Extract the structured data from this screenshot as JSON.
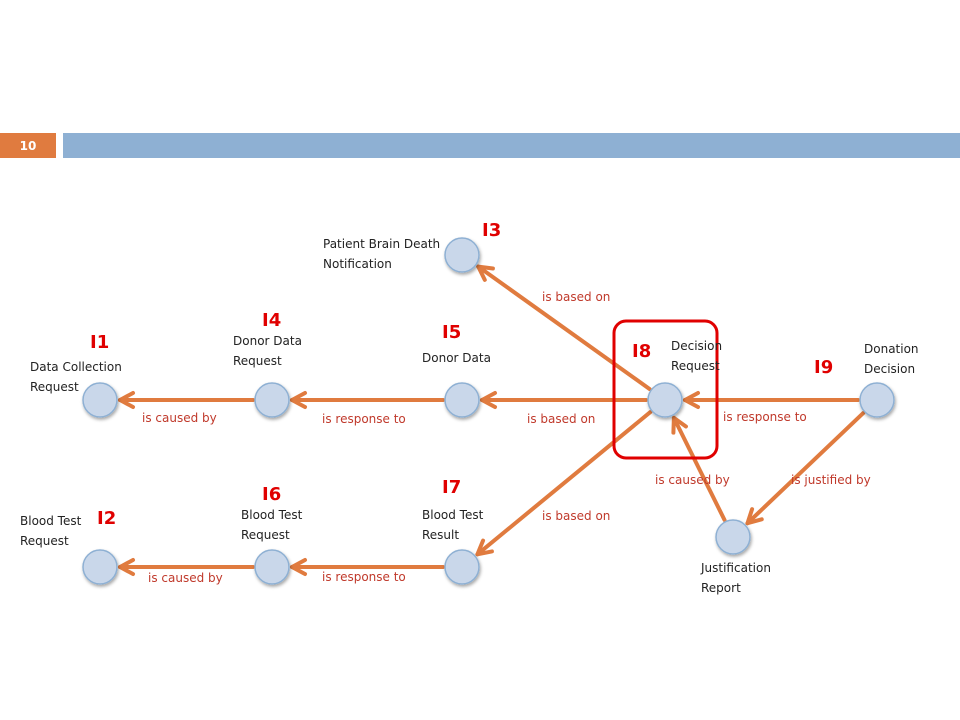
{
  "slide": {
    "number": "10"
  },
  "nodes": [
    {
      "key": "i1",
      "id": "I1",
      "label": [
        "Data Collection",
        "Request"
      ]
    },
    {
      "key": "i2",
      "id": "I2",
      "label": [
        "Blood Test",
        "Request"
      ]
    },
    {
      "key": "i3",
      "id": "I3",
      "label": [
        "Patient Brain Death",
        "Notification"
      ]
    },
    {
      "key": "i4",
      "id": "I4",
      "label": [
        "Donor Data",
        "Request"
      ]
    },
    {
      "key": "i5",
      "id": "I5",
      "label": [
        "Donor Data"
      ]
    },
    {
      "key": "i6",
      "id": "I6",
      "label": [
        "Blood Test",
        "Request"
      ]
    },
    {
      "key": "i7",
      "id": "I7",
      "label": [
        "Blood Test",
        "Result"
      ]
    },
    {
      "key": "i8",
      "id": "I8",
      "label": [
        "Decision",
        "Request"
      ]
    },
    {
      "key": "i9",
      "id": "I9",
      "label": [
        "Donation",
        "Decision"
      ]
    },
    {
      "key": "jr",
      "id": "",
      "label": [
        "Justification",
        "Report"
      ]
    }
  ],
  "edges": [
    {
      "from": "i4",
      "to": "i1",
      "label": "is caused by"
    },
    {
      "from": "i5",
      "to": "i4",
      "label": "is response to"
    },
    {
      "from": "i8",
      "to": "i5",
      "label": "is based on"
    },
    {
      "from": "i9",
      "to": "i8",
      "label": "is response to"
    },
    {
      "from": "i8",
      "to": "i3",
      "label": "is based on"
    },
    {
      "from": "i8",
      "to": "i7",
      "label": "is based on"
    },
    {
      "from": "i7",
      "to": "i6",
      "label": "is response to"
    },
    {
      "from": "i6",
      "to": "i2",
      "label": "is caused by"
    },
    {
      "from": "jr",
      "to": "i8",
      "label": "is caused by"
    },
    {
      "from": "i9",
      "to": "jr",
      "label": "is justified by"
    }
  ],
  "highlight": {
    "node": "i8",
    "color": "#e00000"
  },
  "colors": {
    "edge": "#e07b3f",
    "node_fill": "#c9d7ea",
    "node_stroke": "#8eb0d3",
    "edge_label": "#c0392b",
    "id_label": "#e00000",
    "header_bar": "#8eb0d3",
    "slide_number_bg": "#e07b3f"
  }
}
